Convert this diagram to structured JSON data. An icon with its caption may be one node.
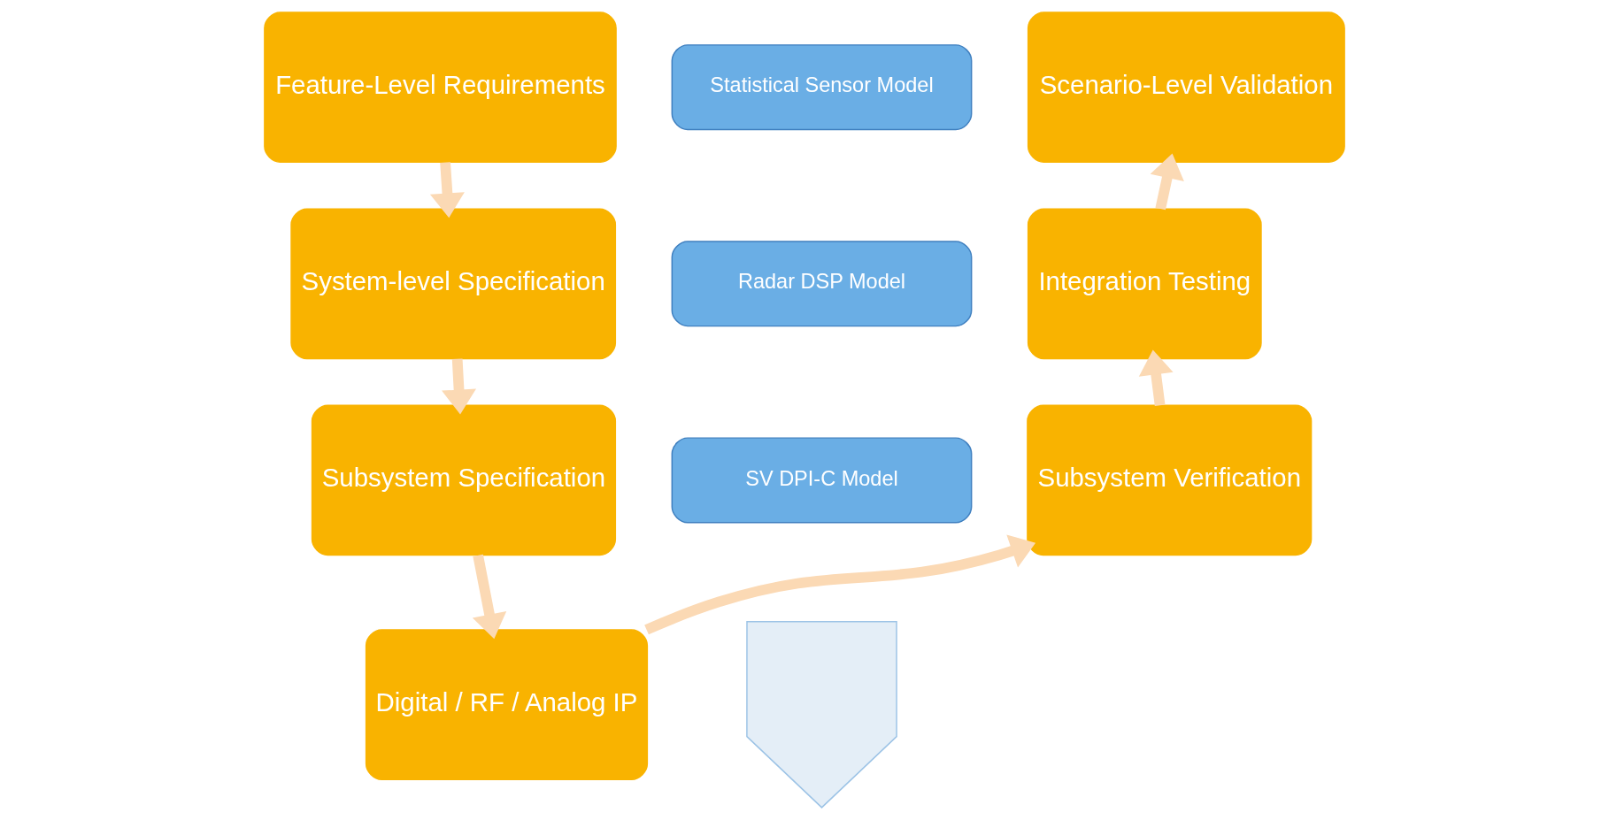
{
  "diagram": {
    "nodes": [
      {
        "text": [
          "Feature-Level Requirements"
        ]
      },
      {
        "text": [
          "System-level Specification"
        ]
      },
      {
        "text": [
          "Subsystem Specification"
        ]
      },
      {
        "text": [
          "Digital / RF / Analog IP"
        ]
      },
      {
        "text": [
          "Subsystem Verification"
        ]
      },
      {
        "text": [
          "Integration Testing"
        ]
      },
      {
        "text": [
          "Scenario-Level Validation"
        ]
      },
      {
        "text": [
          "Statistical Sensor Model"
        ]
      },
      {
        "text": [
          "Radar DSP Model"
        ]
      },
      {
        "text": [
          "SV DPI-C Model"
        ]
      },
      {
        "text": [],
        "shape": "arrow"
      }
    ],
    "edges": [
      {
        "from": 0,
        "to": 1,
        "arrow": "to"
      },
      {
        "from": 1,
        "to": 2,
        "arrow": "to"
      },
      {
        "from": 2,
        "to": 3,
        "arrow": "to"
      },
      {
        "from": 3,
        "to": 4,
        "arrow": "to"
      },
      {
        "from": 4,
        "to": 5,
        "arrow": "to"
      },
      {
        "from": 5,
        "to": 6,
        "arrow": "to"
      }
    ]
  }
}
